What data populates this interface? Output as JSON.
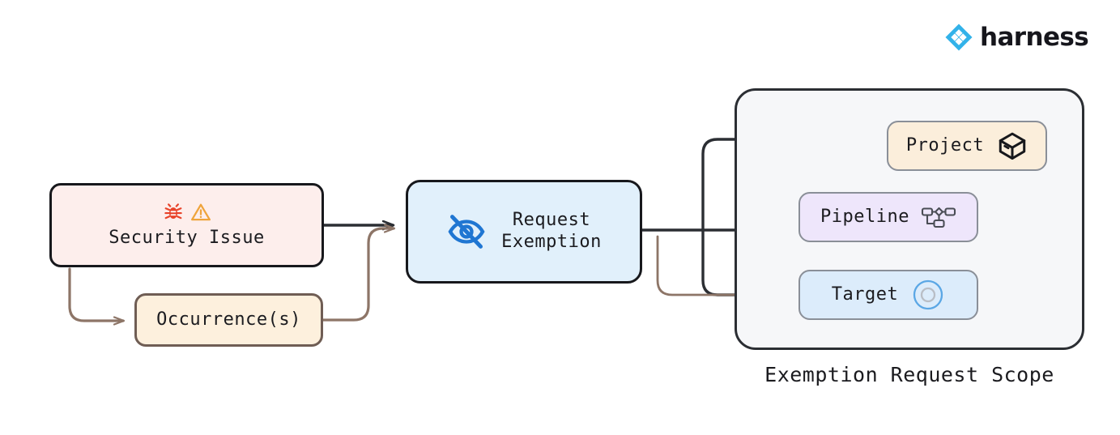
{
  "brand": {
    "name": "harness",
    "logo_icon": "harness-diamond-logo",
    "logo_color": "#32b2e9"
  },
  "diagram": {
    "type": "flow-diagram",
    "title": "Exemption Request Scope",
    "nodes": [
      {
        "id": "security-issue",
        "label": "Security Issue",
        "icons": [
          "bug-icon",
          "warning-triangle-icon"
        ],
        "fill": "#fdeeec",
        "stroke": "#17181c"
      },
      {
        "id": "occurrences",
        "label": "Occurrence(s)",
        "icons": [],
        "fill": "#fdf0dd",
        "stroke": "#6f5d54"
      },
      {
        "id": "request-exemption",
        "label": "Request\nExemption",
        "icons": [
          "eye-off-icon"
        ],
        "fill": "#e1f0fb",
        "stroke": "#17181c"
      },
      {
        "id": "project",
        "label": "Project",
        "icons": [
          "cube-icon"
        ],
        "fill": "#fbeedb",
        "stroke": "#8a8f98"
      },
      {
        "id": "pipeline",
        "label": "Pipeline",
        "icons": [
          "pipeline-nodes-icon"
        ],
        "fill": "#eee6fb",
        "stroke": "#8a8f98"
      },
      {
        "id": "target",
        "label": "Target",
        "icons": [
          "target-circle-icon"
        ],
        "fill": "#dcecfb",
        "stroke": "#8a8f98"
      }
    ],
    "group": {
      "id": "exemption-request-scope",
      "caption": "Exemption Request Scope",
      "fill": "#f6f7f9",
      "stroke": "#2b2e33",
      "members": [
        "project",
        "pipeline",
        "target"
      ]
    },
    "edges": [
      {
        "from": "security-issue",
        "to": "request-exemption",
        "color": "#2b2e33"
      },
      {
        "from": "security-issue",
        "to": "occurrences",
        "color": "#8d7567"
      },
      {
        "from": "occurrences",
        "to": "request-exemption",
        "color": "#8d7567"
      },
      {
        "from": "request-exemption",
        "to": "project",
        "color": "#2b2e33"
      },
      {
        "from": "request-exemption",
        "to": "pipeline",
        "color": "#2b2e33"
      },
      {
        "from": "request-exemption",
        "to": "target",
        "color": "#2b2e33"
      },
      {
        "from": "occurrences",
        "to": "target",
        "color": "#8d7567"
      },
      {
        "from": "project",
        "to": "pipeline",
        "color": "#2b2e33"
      },
      {
        "from": "project",
        "to": "target",
        "color": "#2b2e33"
      }
    ]
  },
  "colors": {
    "edge_dark": "#2b2e33",
    "edge_brown": "#8d7567",
    "bug_red": "#e8432a",
    "warning_orange": "#efa43c",
    "eye_blue": "#1f76d2",
    "target_blue": "#5ba7e5",
    "target_inner_gray": "#b9bec6",
    "icon_gray": "#4a4d55",
    "text": "#1b1b1f"
  }
}
